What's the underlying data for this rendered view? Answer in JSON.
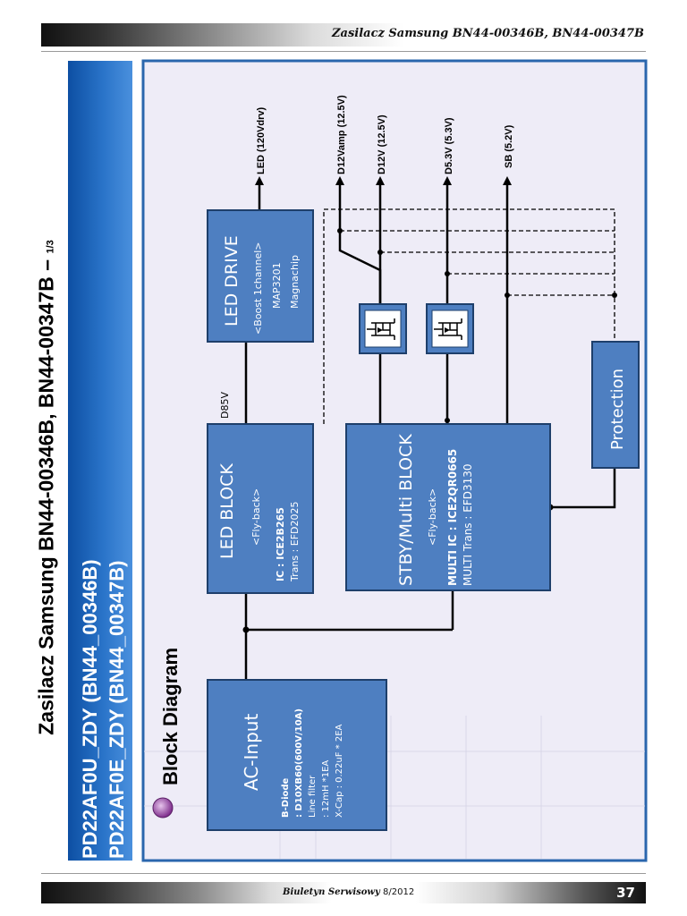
{
  "header": {
    "title": "Zasilacz Samsung BN44-00346B, BN44-00347B"
  },
  "page_title": {
    "main": "Zasilacz Samsung BN44-00346B, BN44-00347B – ",
    "fraction": "1/3"
  },
  "banner": {
    "line1": "PD22AF0U_ZDY (BN44_00346B)",
    "line2": "PD22AF0E_ZDY (BN44_00347B)"
  },
  "section_title": "Block Diagram",
  "blocks": {
    "ac_input": {
      "title": "AC-Input",
      "l1": "B-Diode",
      "l2": ": D10XB60(600V/10A)",
      "l3": "Line filter",
      "l4": ": 12mH *1EA",
      "l5": "X-Cap : 0.22uF * 2EA"
    },
    "led_block": {
      "title": "LED BLOCK",
      "l1": "<Fly-back>",
      "l2": "IC : ICE2B265",
      "l3": "Trans : EFD2025"
    },
    "stby": {
      "title": "STBY/Multi BLOCK",
      "l1": "<Fly-back>",
      "l2": "MULTI IC : ICE2QR0665",
      "l3": "MULTI Trans : EFD3130"
    },
    "led_drive": {
      "title": "LED DRIVE",
      "l1": "<Boost 1channel>",
      "l2": "MAP3201",
      "l3": "Magnachip"
    },
    "protection": {
      "title": "Protection"
    }
  },
  "labels": {
    "d85v": "D85V",
    "out_led": "LED (120Vdrv)",
    "out_d12vamp": "D12Vamp (12.5V)",
    "out_d12v": "D12V (12.5V)",
    "out_d53v": "D5.3V (5.3V)",
    "out_sb": "SB (5.2V)"
  },
  "footer": {
    "publication": "Biuletyn Serwisowy",
    "date": "8/2012",
    "page": "37"
  },
  "colors": {
    "banner": "#1f62b6",
    "block": "#4e7fc1",
    "panel": "#eeecf7",
    "frame": "#2a66ad"
  }
}
